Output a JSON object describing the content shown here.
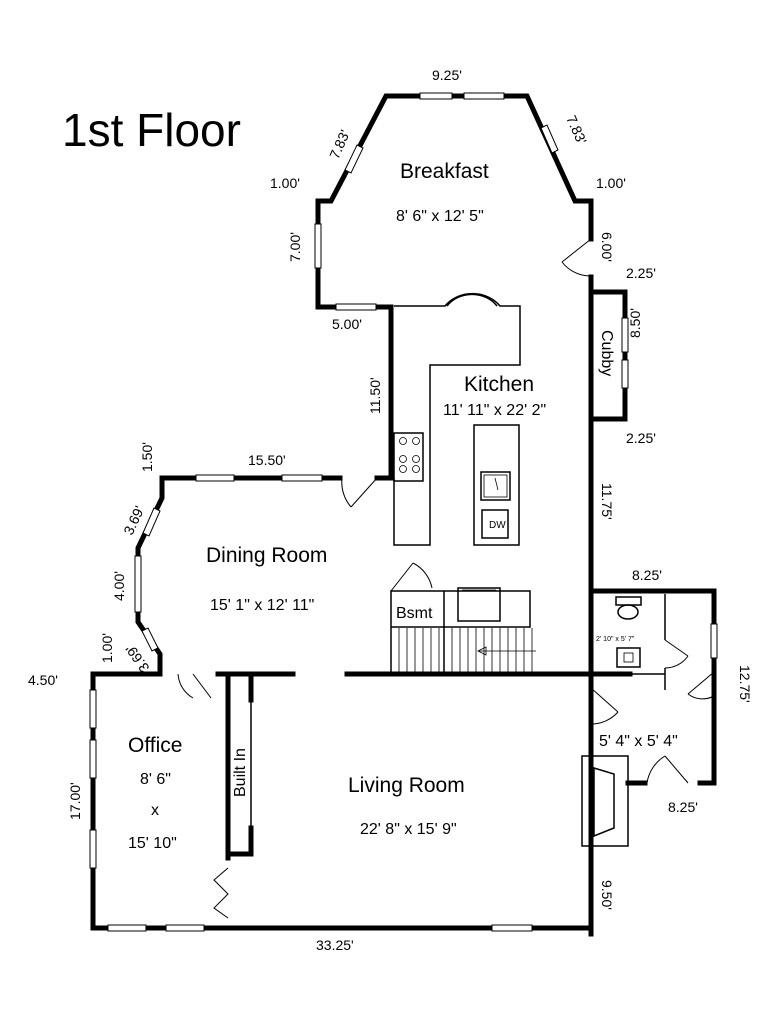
{
  "title": "1st Floor",
  "rooms": {
    "breakfast": {
      "name": "Breakfast",
      "dims": "8' 6\" x 12' 5\""
    },
    "kitchen": {
      "name": "Kitchen",
      "dims": "11' 11\" x 22' 2\""
    },
    "cubby": {
      "name": "Cubby"
    },
    "dining": {
      "name": "Dining Room",
      "dims": "15' 1\" x 12' 11\""
    },
    "bsmt": {
      "name": "Bsmt"
    },
    "office": {
      "name": "Office",
      "dims_line1": "8' 6\"",
      "dims_line2": "x",
      "dims_line3": "15' 10\""
    },
    "built_in": {
      "name": "Built In"
    },
    "living": {
      "name": "Living Room",
      "dims": "22' 8\" x 15' 9\""
    },
    "bath": {
      "dims": "2' 10\" x 5' 7\""
    },
    "entry": {
      "dims": "5' 4\" x 5' 4\""
    }
  },
  "appliances": {
    "dishwasher": "DW"
  },
  "measurements": {
    "m_925": "9.25'",
    "m_783_left": "7.83'",
    "m_783_right": "7.83'",
    "m_100_left": "1.00'",
    "m_100_right": "1.00'",
    "m_700": "7.00'",
    "m_600": "6.00'",
    "m_225_top": "2.25'",
    "m_500": "5.00'",
    "m_850": "8.50'",
    "m_1150": "11.50'",
    "m_225_bottom": "2.25'",
    "m_150": "1.50'",
    "m_1550": "15.50'",
    "m_369_top": "3.69'",
    "m_1175": "11.75'",
    "m_400": "4.00'",
    "m_825_top": "8.25'",
    "m_369_bottom": "3.69'",
    "m_100_dining": "1.00'",
    "m_450": "4.50'",
    "m_1275": "12.75'",
    "m_1700": "17.00'",
    "m_825_bottom": "8.25'",
    "m_950": "9.50'",
    "m_3325": "33.25'"
  }
}
